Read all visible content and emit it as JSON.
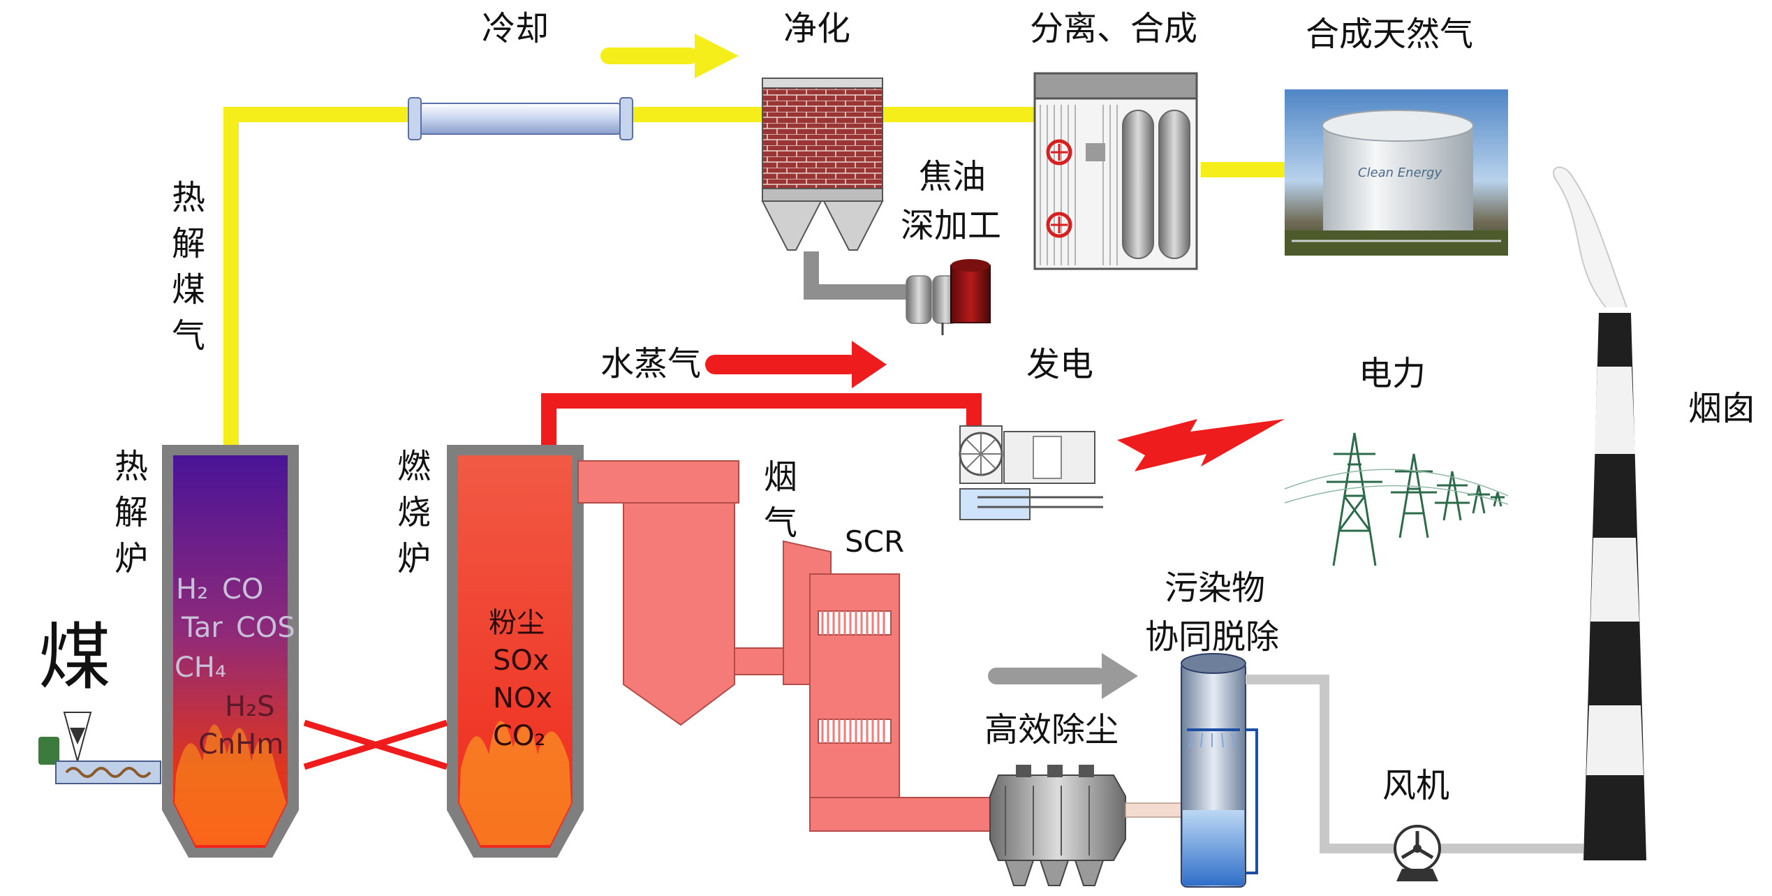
{
  "labels": {
    "cooling": "冷却",
    "purify": "净化",
    "separation": "分离、合成",
    "sng": "合成天然气",
    "pyrolysis_gas": "热解煤气",
    "tar_line1": "焦油",
    "tar_line2": "深加工",
    "steam": "水蒸气",
    "generate": "发电",
    "power": "电力",
    "chimney": "烟囱",
    "pyrolysis_furnace": "热解炉",
    "combustion_furnace": "燃烧炉",
    "flue_gas": "烟气",
    "scr": "SCR",
    "pollutant_line1": "污染物",
    "pollutant_line2": "协同脱除",
    "dust_removal": "高效除尘",
    "fan": "风机",
    "coal": "煤",
    "tank_brand": "Clean Energy"
  },
  "pyrolysis_gases": {
    "h2": "H₂",
    "co": "CO",
    "tar": "Tar",
    "cos": "COS",
    "ch4": "CH₄",
    "h2s": "H₂S",
    "cnhm": "CnHm"
  },
  "combustion_products": {
    "dust": "粉尘",
    "sox": "SOx",
    "nox": "NOx",
    "co2": "CO₂"
  },
  "colors": {
    "gas_pipe": "#f5ee1a",
    "steam_pipe": "#ee1c1c",
    "flue_duct": "#f47b78",
    "clean_pipe": "#c8c8c8",
    "furnace_wall": "#7f7f7f",
    "pyrolysis_top": "#4a1497",
    "combustion_fill": "#ee3b2a"
  }
}
